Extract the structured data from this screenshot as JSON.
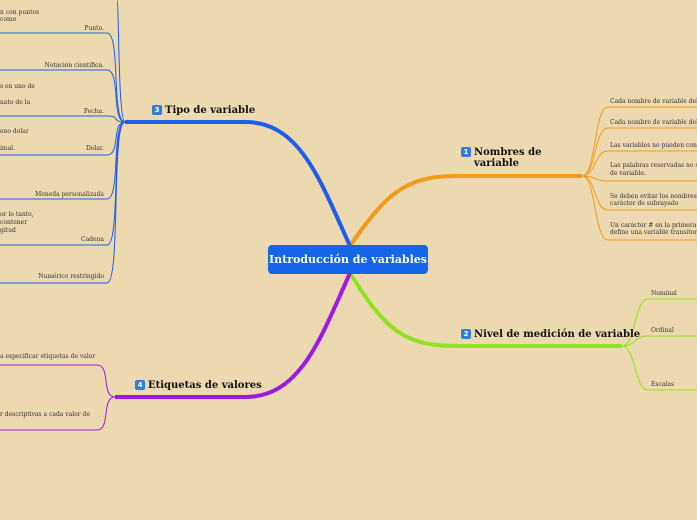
{
  "central": {
    "title": "Introducción de variables"
  },
  "colors": {
    "background": "#ecd9b0",
    "central": "#1565e8",
    "nombres": "#f39a1c",
    "nivel": "#8fe21f",
    "tipo": "#1f5ee8",
    "etiquetas": "#9c1ae6"
  },
  "branches": {
    "nombres": {
      "number": "1",
      "title": "Nombres de variable",
      "children": [
        "Cada nombre de variable debe",
        "Cada nombre de variable debe",
        "Las variables no pueden contener",
        "Las palabras reservadas no se p",
        "de variable.",
        "Se deben evitar los nombres de",
        "carácter de subrayado",
        "Un carácter # en la primera pos",
        "define una variable transitoria."
      ]
    },
    "nivel": {
      "number": "2",
      "title": "Nivel de medición de variable",
      "children": [
        "Nominal",
        "Ordinal",
        "Escalas"
      ]
    },
    "tipo": {
      "number": "3",
      "title": "Tipo de variable",
      "children": [
        "n con puntos",
        "como",
        "Punto.",
        "Notación científica.",
        "s en uno de",
        "nato de la",
        "Fecha.",
        "eno dolar",
        "imal.",
        "Dolar.",
        "Moneda personalizada",
        "or lo tanto,",
        "contener",
        "gitud",
        "Cadena",
        "Numérico restringido"
      ]
    },
    "etiquetas": {
      "number": "4",
      "title": "Etiquetas de valores",
      "children": [
        "a especificar etiquetas de valor",
        "r descriptivas a cada valor de"
      ]
    }
  }
}
